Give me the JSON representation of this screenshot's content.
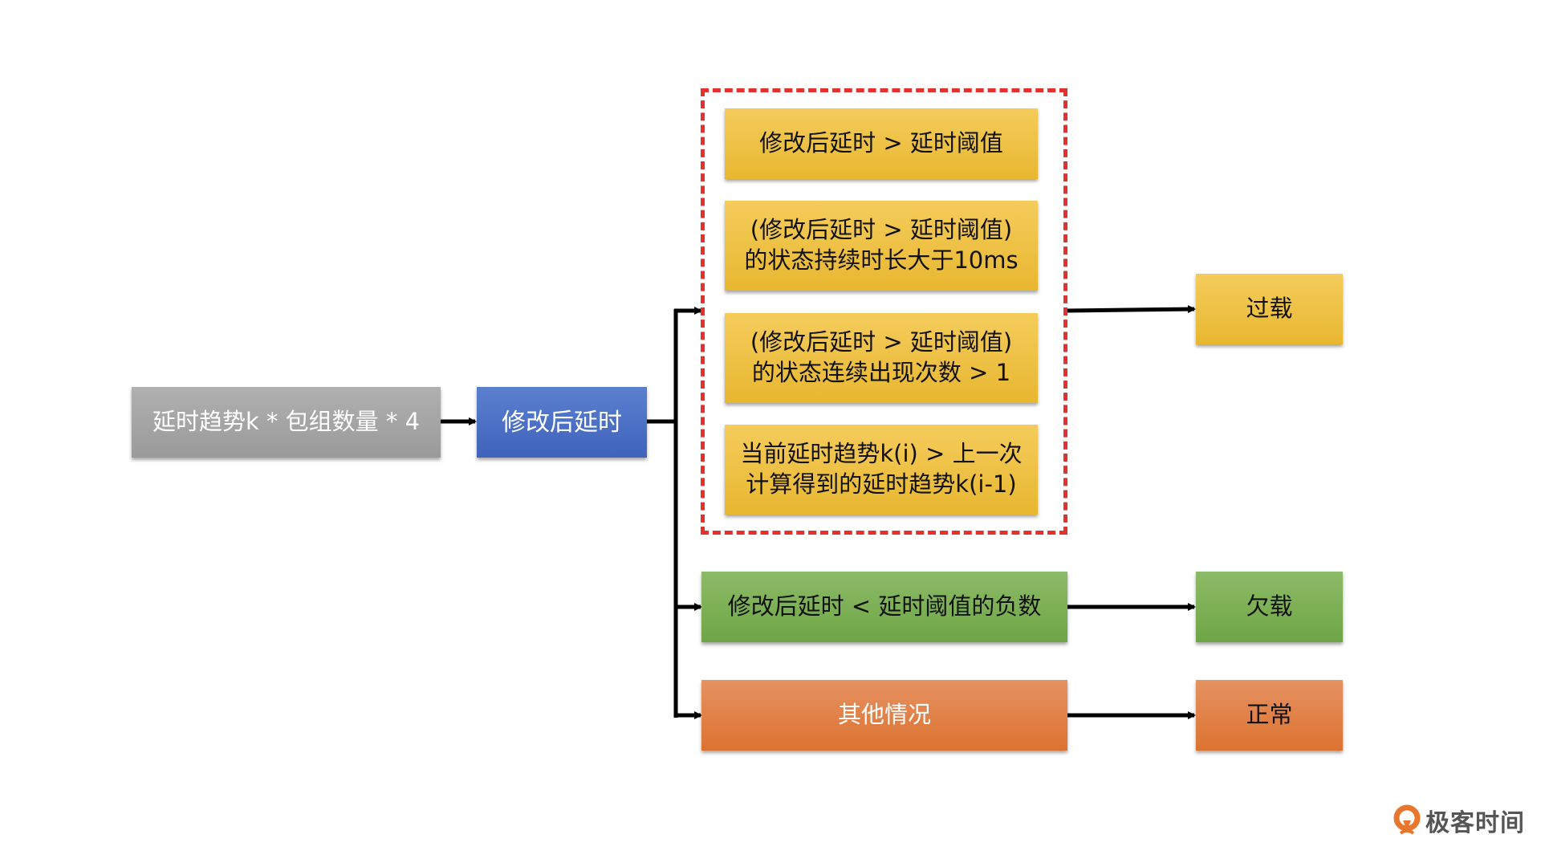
{
  "diagram": {
    "input_box": "延时趋势k * 包组数量 * 4",
    "modified_delay_box": "修改后延时",
    "overload_conditions": [
      "修改后延时 > 延时阈值",
      "(修改后延时 > 延时阈值)\n的状态持续时长大于10ms",
      "(修改后延时 > 延时阈值)\n的状态连续出现次数 > 1",
      "当前延时趋势k(i) > 上一次\n计算得到的延时趋势k(i-1)"
    ],
    "underload_condition": "修改后延时 < 延时阈值的负数",
    "other_condition": "其他情况",
    "results": {
      "overload": "过载",
      "underload": "欠载",
      "normal": "正常"
    }
  },
  "colors": {
    "input": "#a5a5a5",
    "modified_delay": "#4a6fc4",
    "overload": "#f2c142",
    "underload": "#78ad52",
    "normal": "#e0783a",
    "dashed_group": "#e3312d"
  },
  "brand": {
    "logo_icon": "geektime-logo-icon",
    "logo_text": "极客时间"
  }
}
